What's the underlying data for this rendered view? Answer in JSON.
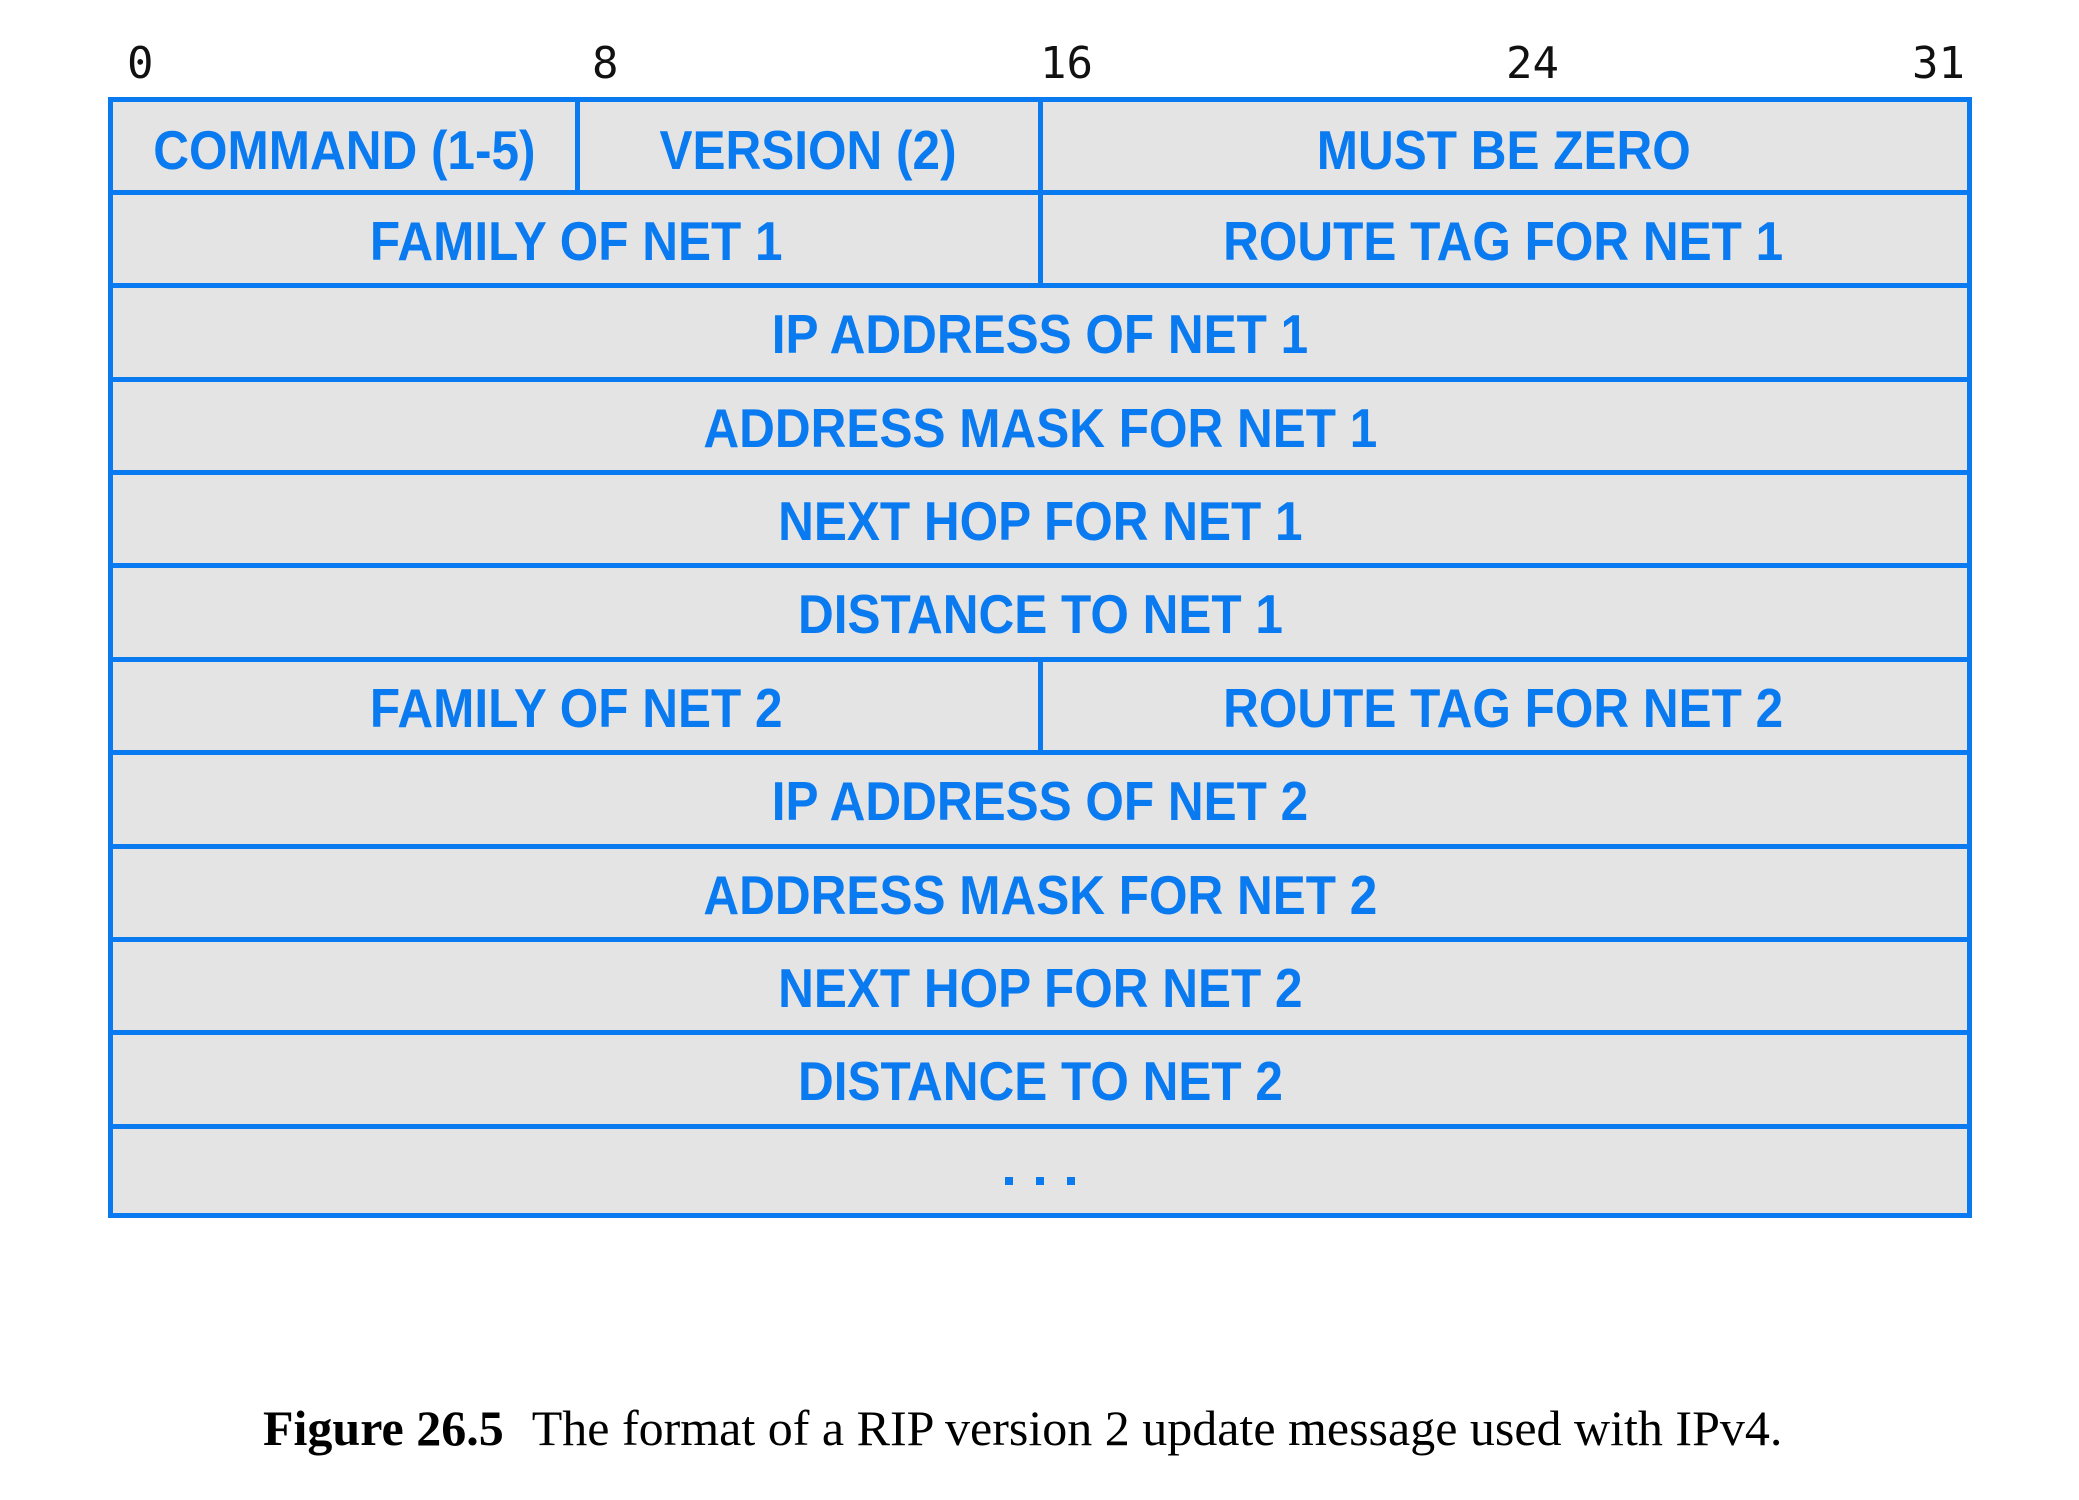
{
  "figure": {
    "bit_positions": [
      "0",
      "8",
      "16",
      "24",
      "31"
    ],
    "colors": {
      "border": "#0A7AF0",
      "text": "#0A7AF0",
      "cell_background": "#E4E4E4",
      "page_background": "#FFFFFF"
    },
    "rows": [
      {
        "cells": [
          {
            "label": "COMMAND (1-5)",
            "bits": 8
          },
          {
            "label": "VERSION (2)",
            "bits": 8
          },
          {
            "label": "MUST BE ZERO",
            "bits": 16
          }
        ]
      },
      {
        "cells": [
          {
            "label": "FAMILY OF NET 1",
            "bits": 16
          },
          {
            "label": "ROUTE TAG FOR NET 1",
            "bits": 16
          }
        ]
      },
      {
        "cells": [
          {
            "label": "IP ADDRESS OF NET 1",
            "bits": 32
          }
        ]
      },
      {
        "cells": [
          {
            "label": "ADDRESS MASK FOR NET 1",
            "bits": 32
          }
        ]
      },
      {
        "cells": [
          {
            "label": "NEXT HOP FOR NET 1",
            "bits": 32
          }
        ]
      },
      {
        "cells": [
          {
            "label": "DISTANCE TO NET 1",
            "bits": 32
          }
        ]
      },
      {
        "cells": [
          {
            "label": "FAMILY OF NET 2",
            "bits": 16
          },
          {
            "label": "ROUTE TAG FOR NET 2",
            "bits": 16
          }
        ]
      },
      {
        "cells": [
          {
            "label": "IP ADDRESS OF NET 2",
            "bits": 32
          }
        ]
      },
      {
        "cells": [
          {
            "label": "ADDRESS MASK FOR NET 2",
            "bits": 32
          }
        ]
      },
      {
        "cells": [
          {
            "label": "NEXT HOP FOR NET 2",
            "bits": 32
          }
        ]
      },
      {
        "cells": [
          {
            "label": "DISTANCE TO NET 2",
            "bits": 32
          }
        ]
      },
      {
        "cells": [
          {
            "label": ". . .",
            "bits": 32,
            "ellipsis": true
          }
        ]
      }
    ],
    "caption": {
      "number": "Figure 26.5",
      "text": "The format of a RIP version 2 update message used with IPv4."
    }
  }
}
